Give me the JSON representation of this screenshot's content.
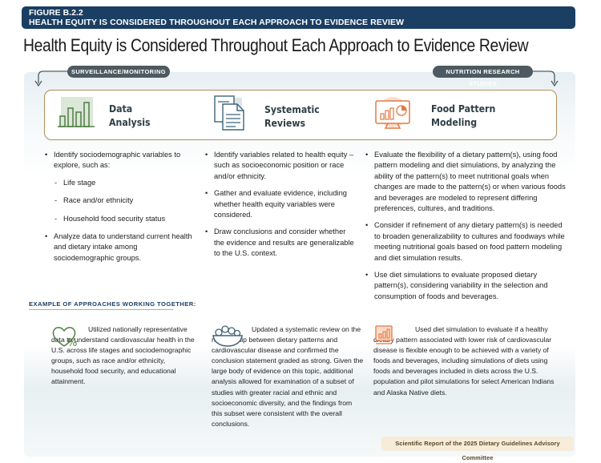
{
  "figure": {
    "number": "FIGURE B.2.2",
    "caption": "HEALTH EQUITY IS CONSIDERED THROUGHOUT EACH APPROACH TO EVIDENCE REVIEW"
  },
  "title": "Health Equity is Considered Throughout Each Approach to Evidence Review",
  "labels": {
    "surveillance": "SURVEILLANCE/MONITORING",
    "nutrition_research": "NUTRITION RESEARCH STUDIES"
  },
  "approaches": [
    {
      "line1": "Data",
      "line2": "Analysis",
      "icon": "bar-chart-icon"
    },
    {
      "line1": "Systematic",
      "line2": "Reviews",
      "icon": "documents-icon"
    },
    {
      "line1": "Food Pattern",
      "line2": "Modeling",
      "icon": "monitor-chart-icon"
    }
  ],
  "data_analysis": {
    "b1": "Identify sociodemographic variables to explore, such as:",
    "s1": "Life stage",
    "s2": "Race and/or ethnicity",
    "s3": "Household food security status",
    "b2": "Analyze data to understand current health and dietary intake among sociodemographic groups."
  },
  "systematic_reviews": {
    "b1": "Identify variables related to health equity – such as socioeconomic position or race and/or ethnicity.",
    "b2": "Gather and evaluate evidence, including whether health equity variables were considered.",
    "b3": "Draw conclusions and consider whether the evidence and results are generalizable to the U.S. context."
  },
  "food_pattern": {
    "b1": "Evaluate the flexibility of a dietary pattern(s), using food pattern modeling and diet simulations, by analyzing the ability of the pattern(s) to meet nutritional goals when changes are made to the pattern(s) or when various foods and beverages are modeled to represent differing preferences, cultures, and traditions.",
    "b2": "Consider if refinement of any dietary pattern(s) is needed to broaden generalizability to cultures and foodways while meeting nutritional goals based on food pattern modeling and diet simulation results.",
    "b3": "Use diet simulations to evaluate proposed dietary pattern(s), considering variability in the selection and consumption of foods and beverages."
  },
  "example_heading": "EXAMPLE OF APPROACHES WORKING TOGETHER:",
  "examples": [
    {
      "icon": "heart-percent-icon",
      "text": "Utilized nationally representative data to understand cardiovascular health in the U.S. across life stages and sociodemographic groups, such as race and/or ethnicity, household food security, and educational attainment."
    },
    {
      "icon": "salad-bowl-icon",
      "text": "Updated a systematic review on the relationship between dietary patterns and cardiovascular disease and confirmed the conclusion statement graded as strong. Given the large body of evidence on this topic, additional analysis allowed for examination of a subset of studies with greater racial and ethnic and socioeconomic diversity, and the findings from this subset were consistent with the overall conclusions."
    },
    {
      "icon": "chart-card-icon",
      "text": "Used diet simulation to evaluate if a healthy dietary pattern associated with lower risk of cardiovascular disease is flexible enough to be achieved with a variety of foods and beverages, including simulations of diets using foods and beverages included in diets across the U.S. population and pilot simulations for select American Indians and Alaska Native diets."
    }
  ],
  "footer": "Scientific Report of the 2025 Dietary Guidelines Advisory Committee",
  "colors": {
    "banner": "#1b3e63",
    "green": "#4f7d45",
    "blue": "#3f6579",
    "orange": "#e07a45",
    "gold": "#b08d59"
  }
}
